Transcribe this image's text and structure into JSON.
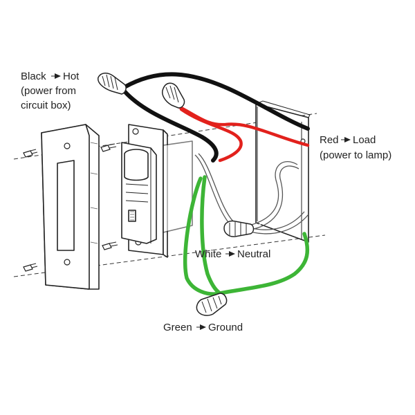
{
  "labels": {
    "hot": {
      "name": "Black",
      "desc": "Hot",
      "sub1": "(power from",
      "sub2": "circuit box)"
    },
    "load": {
      "name": "Red",
      "desc": "Load",
      "sub1": "(power to lamp)"
    },
    "neutral": {
      "name": "White",
      "desc": "Neutral"
    },
    "ground": {
      "name": "Green",
      "desc": "Ground"
    }
  },
  "colors": {
    "hot_wire": "#111111",
    "load_wire": "#e2211c",
    "ground_wire": "#3db536",
    "neutral_wire": "#ffffff",
    "line": "#222222"
  },
  "icons": {
    "arrow": "arrow-right-icon",
    "wire_nut": "wire-nut-icon",
    "screw": "screw-icon"
  }
}
